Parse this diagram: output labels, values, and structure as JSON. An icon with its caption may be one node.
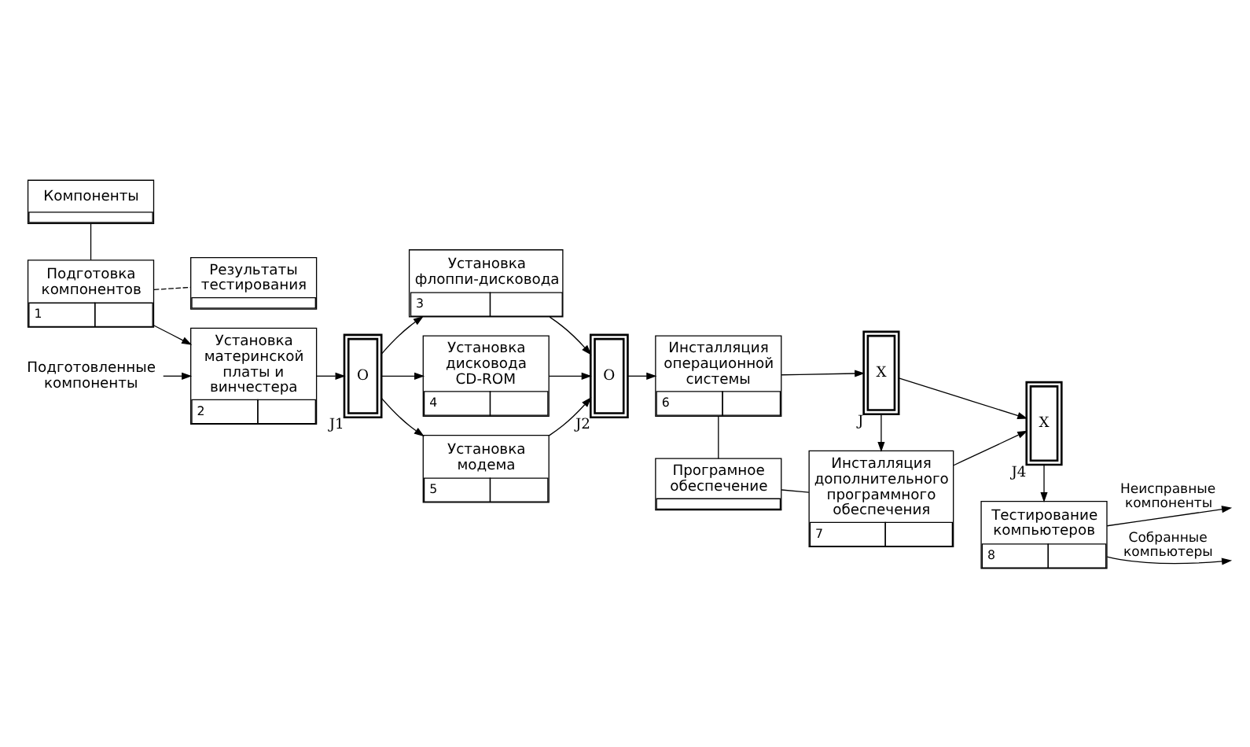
{
  "diagram": {
    "nodes": [
      {
        "text": [
          "Компоненты"
        ]
      },
      {
        "text": [
          "Результаты тестирования"
        ]
      },
      {
        "text": [
          "Подготовка компонентов",
          "1"
        ]
      },
      {
        "text": [
          "Установка материнской платы и винчестера",
          "2"
        ]
      },
      {
        "text": [
          "O"
        ],
        "beside": [
          "J1"
        ]
      },
      {
        "text": [
          "Установка флоппи-дисковода",
          "3"
        ]
      },
      {
        "text": [
          "Установка дисковода CD-ROM",
          "4"
        ]
      },
      {
        "text": [
          "Установка модема",
          "5"
        ]
      },
      {
        "text": [
          "O"
        ],
        "beside": [
          "J2"
        ]
      },
      {
        "text": [
          "Инсталляция операционной системы",
          "6"
        ]
      },
      {
        "text": [
          "X"
        ],
        "beside": [
          "J"
        ]
      },
      {
        "text": [
          "Програмное обеспечение"
        ]
      },
      {
        "text": [
          "Инсталляция дополнительного программного обеспечения",
          "7"
        ]
      },
      {
        "text": [
          "Подготовленные компоненты"
        ]
      },
      {
        "text": [
          "X"
        ],
        "beside": [
          "J4"
        ]
      },
      {
        "text": [
          "Тестирование компьютеров",
          "8"
        ]
      }
    ],
    "edges": [
      {
        "from": 0,
        "to": 2,
        "arrow": "none"
      },
      {
        "from": 2,
        "to": 1,
        "arrow": "none",
        "style": "dashed"
      },
      {
        "from": 2,
        "to": 3,
        "arrow": "to"
      },
      {
        "from": 13,
        "to": 3,
        "arrow": "to"
      },
      {
        "from": 3,
        "to": 4,
        "arrow": "to"
      },
      {
        "from": 4,
        "to": 5,
        "arrow": "to"
      },
      {
        "from": 4,
        "to": 6,
        "arrow": "to"
      },
      {
        "from": 4,
        "to": 7,
        "arrow": "to"
      },
      {
        "from": 5,
        "to": 8,
        "arrow": "to"
      },
      {
        "from": 6,
        "to": 8,
        "arrow": "to"
      },
      {
        "from": 7,
        "to": 8,
        "arrow": "to"
      },
      {
        "from": 8,
        "to": 9,
        "arrow": "to"
      },
      {
        "from": 9,
        "to": 11,
        "arrow": "none"
      },
      {
        "from": 9,
        "to": 10,
        "arrow": "to"
      },
      {
        "from": 11,
        "to": 12,
        "arrow": "none"
      },
      {
        "from": 10,
        "to": 12,
        "arrow": "to"
      },
      {
        "from": 12,
        "to": 14,
        "arrow": "to"
      },
      {
        "from": 10,
        "to": 14,
        "arrow": "to"
      },
      {
        "from": 14,
        "to": 15,
        "arrow": "to"
      },
      {
        "from": 15,
        "to": null,
        "arrow": "to",
        "label": "Неисправные компоненты"
      },
      {
        "from": 15,
        "to": null,
        "arrow": "to",
        "label": "Собранные компьютеры"
      }
    ]
  }
}
